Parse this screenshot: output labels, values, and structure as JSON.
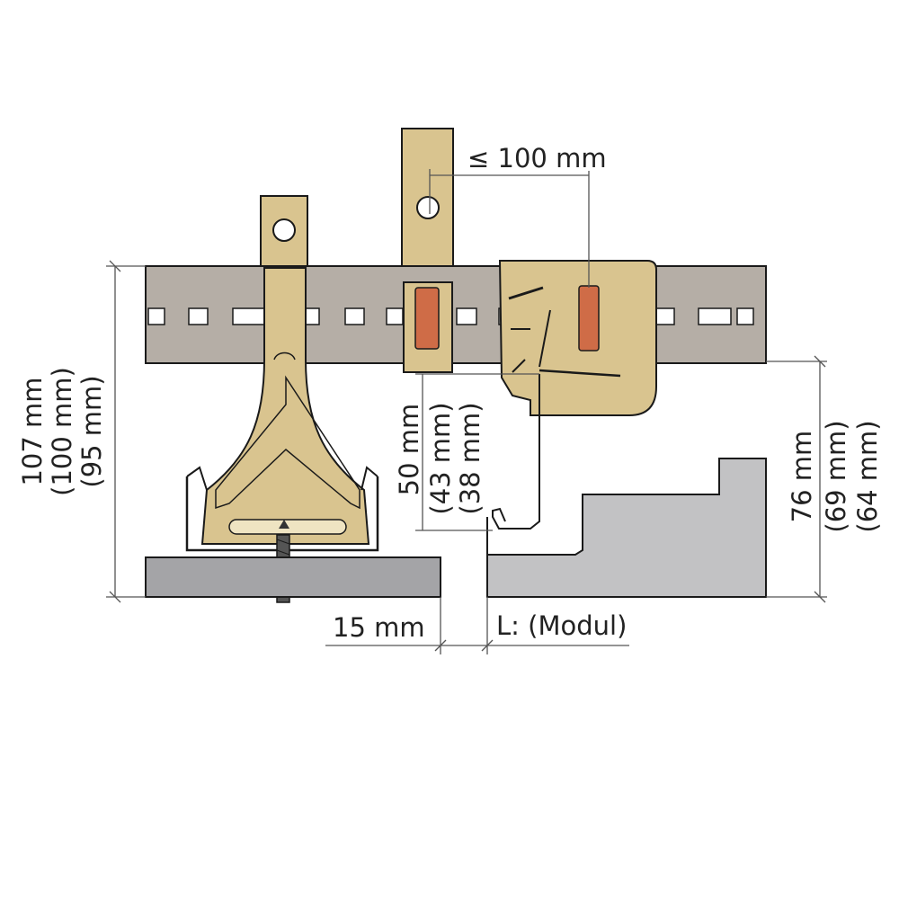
{
  "colors": {
    "rail": "#b5aea6",
    "brass": "#d9c48f",
    "brass_dark": "#b39c5e",
    "pad": "#cf6c47",
    "board": "#a4a4a7",
    "profile": "#c2c2c4",
    "dimension_line": "#555555"
  },
  "dimensions": {
    "max_spacing": "≤ 100 mm",
    "height_main": "107 mm",
    "height_alt1": "(100 mm)",
    "height_alt2": "(95 mm)",
    "clip_height_main": "50 mm",
    "clip_height_alt1": "(43 mm)",
    "clip_height_alt2": "(38 mm)",
    "profile_height_main": "76 mm",
    "profile_height_alt1": "(69 mm)",
    "profile_height_alt2": "(64 mm)",
    "gap": "15 mm",
    "length": "L: (Modul)"
  }
}
